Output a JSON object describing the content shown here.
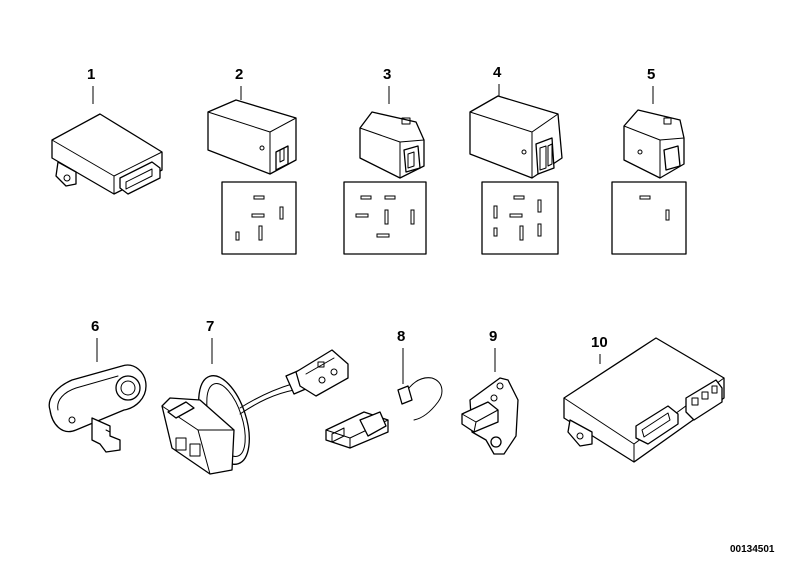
{
  "diagram": {
    "callouts": [
      {
        "id": "1",
        "label": "1"
      },
      {
        "id": "2",
        "label": "2"
      },
      {
        "id": "3",
        "label": "3"
      },
      {
        "id": "4",
        "label": "4"
      },
      {
        "id": "5",
        "label": "5"
      },
      {
        "id": "6",
        "label": "6"
      },
      {
        "id": "7",
        "label": "7"
      },
      {
        "id": "8",
        "label": "8"
      },
      {
        "id": "9",
        "label": "9"
      },
      {
        "id": "10",
        "label": "10"
      }
    ],
    "document_number": "00134501",
    "line_color": "#000000",
    "background_color": "#ffffff"
  }
}
